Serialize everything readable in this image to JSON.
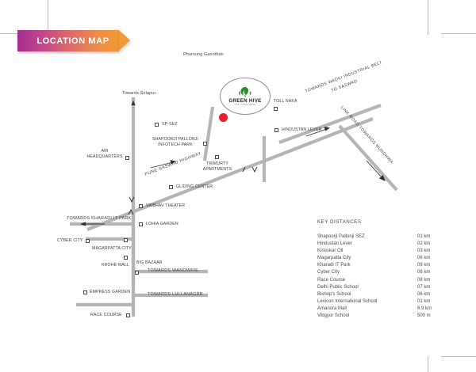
{
  "header": {
    "banner_label": "LOCATION MAP",
    "banner_gradient_from": "#a4308e",
    "banner_gradient_to": "#f29a33"
  },
  "map": {
    "project": {
      "name": "GREEN HIVE",
      "tagline": "LIFE IS BLOOMING",
      "marker_color": "#e3202a"
    },
    "road_labels": [
      {
        "name": "towards-solapur",
        "text": "Towards Solapur"
      },
      {
        "name": "pune-saswad-highway",
        "text": "PUNE SASWAD HIGHWAY"
      },
      {
        "name": "towards-wadki-industrial-belt",
        "text": "TOWARDS WADKI INDUSTRIAL BELT"
      },
      {
        "name": "to-saswad",
        "text": "TO SASWAD"
      },
      {
        "name": "link-road-towards-mundhwa",
        "text": "LINK ROAD TOWARDS MUNDHWA"
      },
      {
        "name": "towards-kharadi-it-park",
        "text": "TOWARDS KHARADI IT PARK"
      },
      {
        "name": "towards-wanowrie",
        "text": "TOWARDS WANOWRIE"
      },
      {
        "name": "towards-lullanagar",
        "text": "TOWARDS LULLANAGAR"
      }
    ],
    "place_labels": [
      {
        "name": "phursung-gaonthan",
        "text": "Phursung Gaonthan"
      },
      {
        "name": "sp-sez",
        "text": "SP-SEZ"
      },
      {
        "name": "shapoorji-pallonji-infotech-park",
        "text": "SHAPOORJI PALLONJI INFOTECH PARK"
      },
      {
        "name": "air-headquarters",
        "text": "AIR HEADQUARTERS"
      },
      {
        "name": "toll-naka",
        "text": "TOLL NAKA"
      },
      {
        "name": "hindustan-lever",
        "text": "HINDUSTAN LEVER"
      },
      {
        "name": "trimurty-apartments",
        "text": "TRIMURTY APARTMENTS"
      },
      {
        "name": "gliding-center",
        "text": "GLIDING CENTER"
      },
      {
        "name": "vaibhav-theater",
        "text": "VAIBHAV THEATER"
      },
      {
        "name": "lohia-garden",
        "text": "LOHIA GARDEN"
      },
      {
        "name": "cyber-city",
        "text": "CYBER CITY"
      },
      {
        "name": "magarpatta-city",
        "text": "MAGARPATTA CITY"
      },
      {
        "name": "krohe-mall",
        "text": "KROHE MALL"
      },
      {
        "name": "big-bazaar",
        "text": "BIG BAZAAR"
      },
      {
        "name": "empress-garden",
        "text": "EMPRESS GARDEN"
      },
      {
        "name": "race-course",
        "text": "RACE COURSE"
      }
    ]
  },
  "key_distances": {
    "title": "KEY DISTANCES",
    "rows": [
      {
        "place": "Shapoorji Pallonji SEZ",
        "distance": "01  km"
      },
      {
        "place": "Hindustan Lever",
        "distance": "02 km"
      },
      {
        "place": "Kirloskar Oil",
        "distance": "03 km"
      },
      {
        "place": "Magarpatta City",
        "distance": "06 km"
      },
      {
        "place": "Kharadi IT Park",
        "distance": "09 km"
      },
      {
        "place": "Cyber City",
        "distance": "06 km"
      },
      {
        "place": "Race Course",
        "distance": "08 km"
      },
      {
        "place": "Delhi Public School",
        "distance": "07 km"
      },
      {
        "place": "Bishop's School",
        "distance": "06 km"
      },
      {
        "place": "Lexicon International School",
        "distance": "01 km"
      },
      {
        "place": "Amanora Mall",
        "distance": "6.9 km"
      },
      {
        "place": "Vibgyor School",
        "distance": "500 m"
      }
    ]
  }
}
